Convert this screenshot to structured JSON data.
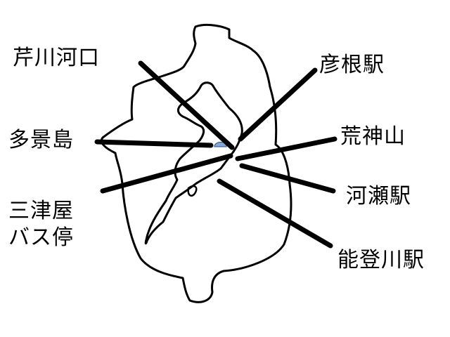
{
  "map": {
    "colors": {
      "outline": "#000000",
      "background": "#ffffff",
      "marker": "#7fa7d8"
    },
    "labels": {
      "serikawa_kakou": "芹川河口",
      "hikone_eki": "彦根駅",
      "takei_jima": "多景島",
      "aragami_yama": "荒神山",
      "kawase_eki": "河瀬駅",
      "mitsuya_line1": "三津屋",
      "mitsuya_line2": "バス停",
      "notogawa_eki": "能登川駅"
    }
  }
}
